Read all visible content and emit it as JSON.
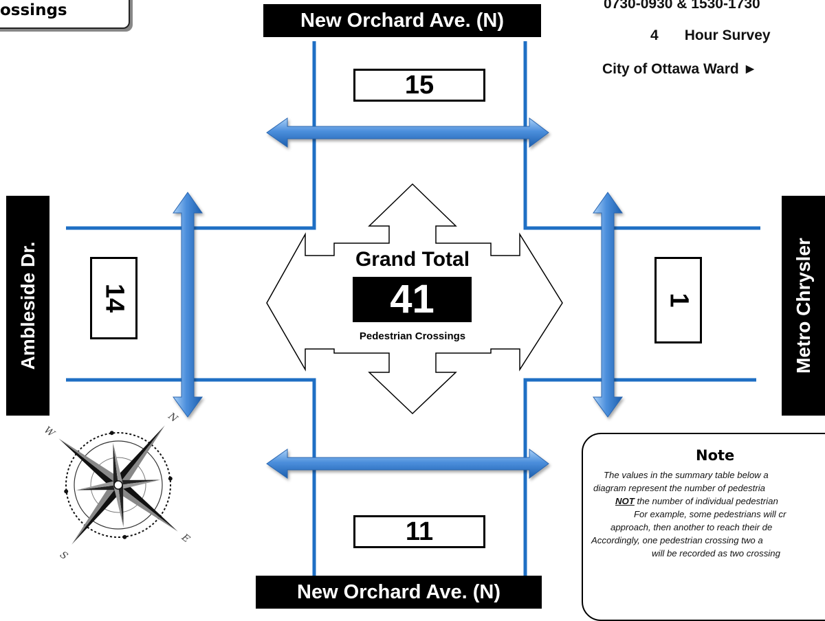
{
  "title": "ossings",
  "streets": {
    "north": "New Orchard Ave. (N)",
    "south": "New Orchard Ave. (N)",
    "west": "Ambleside Dr.",
    "east": "Metro Chrysler"
  },
  "counts": {
    "north": "15",
    "south": "11",
    "west": "14",
    "east": "1"
  },
  "survey_info": {
    "times": "0730-0930 & 1530-1730",
    "hours": "4",
    "hours_label": "Hour Survey",
    "ward_label": "City of Ottawa Ward ►"
  },
  "grand_total": {
    "label": "Grand Total",
    "value": "41",
    "sub": "Pedestrian Crossings"
  },
  "note": {
    "title": "Note",
    "line1": "The values in the summary table below a",
    "line2": "diagram represent the number of pedestria",
    "line3_em": "NOT",
    "line3_rest": " the number of individual pedestrian",
    "line4": "For example, some pedestrians will cr",
    "line5": "approach, then another to reach their de",
    "line6": "Accordingly, one pedestrian crossing two a",
    "line7": "will be recorded as two crossing"
  },
  "compass": {
    "n": "N",
    "s": "S",
    "e": "E",
    "w": "W"
  },
  "colors": {
    "road": "#1f6fc4",
    "arrow": "#3b7fcf",
    "arrow_light": "#8fbef2",
    "bar": "#000000"
  }
}
